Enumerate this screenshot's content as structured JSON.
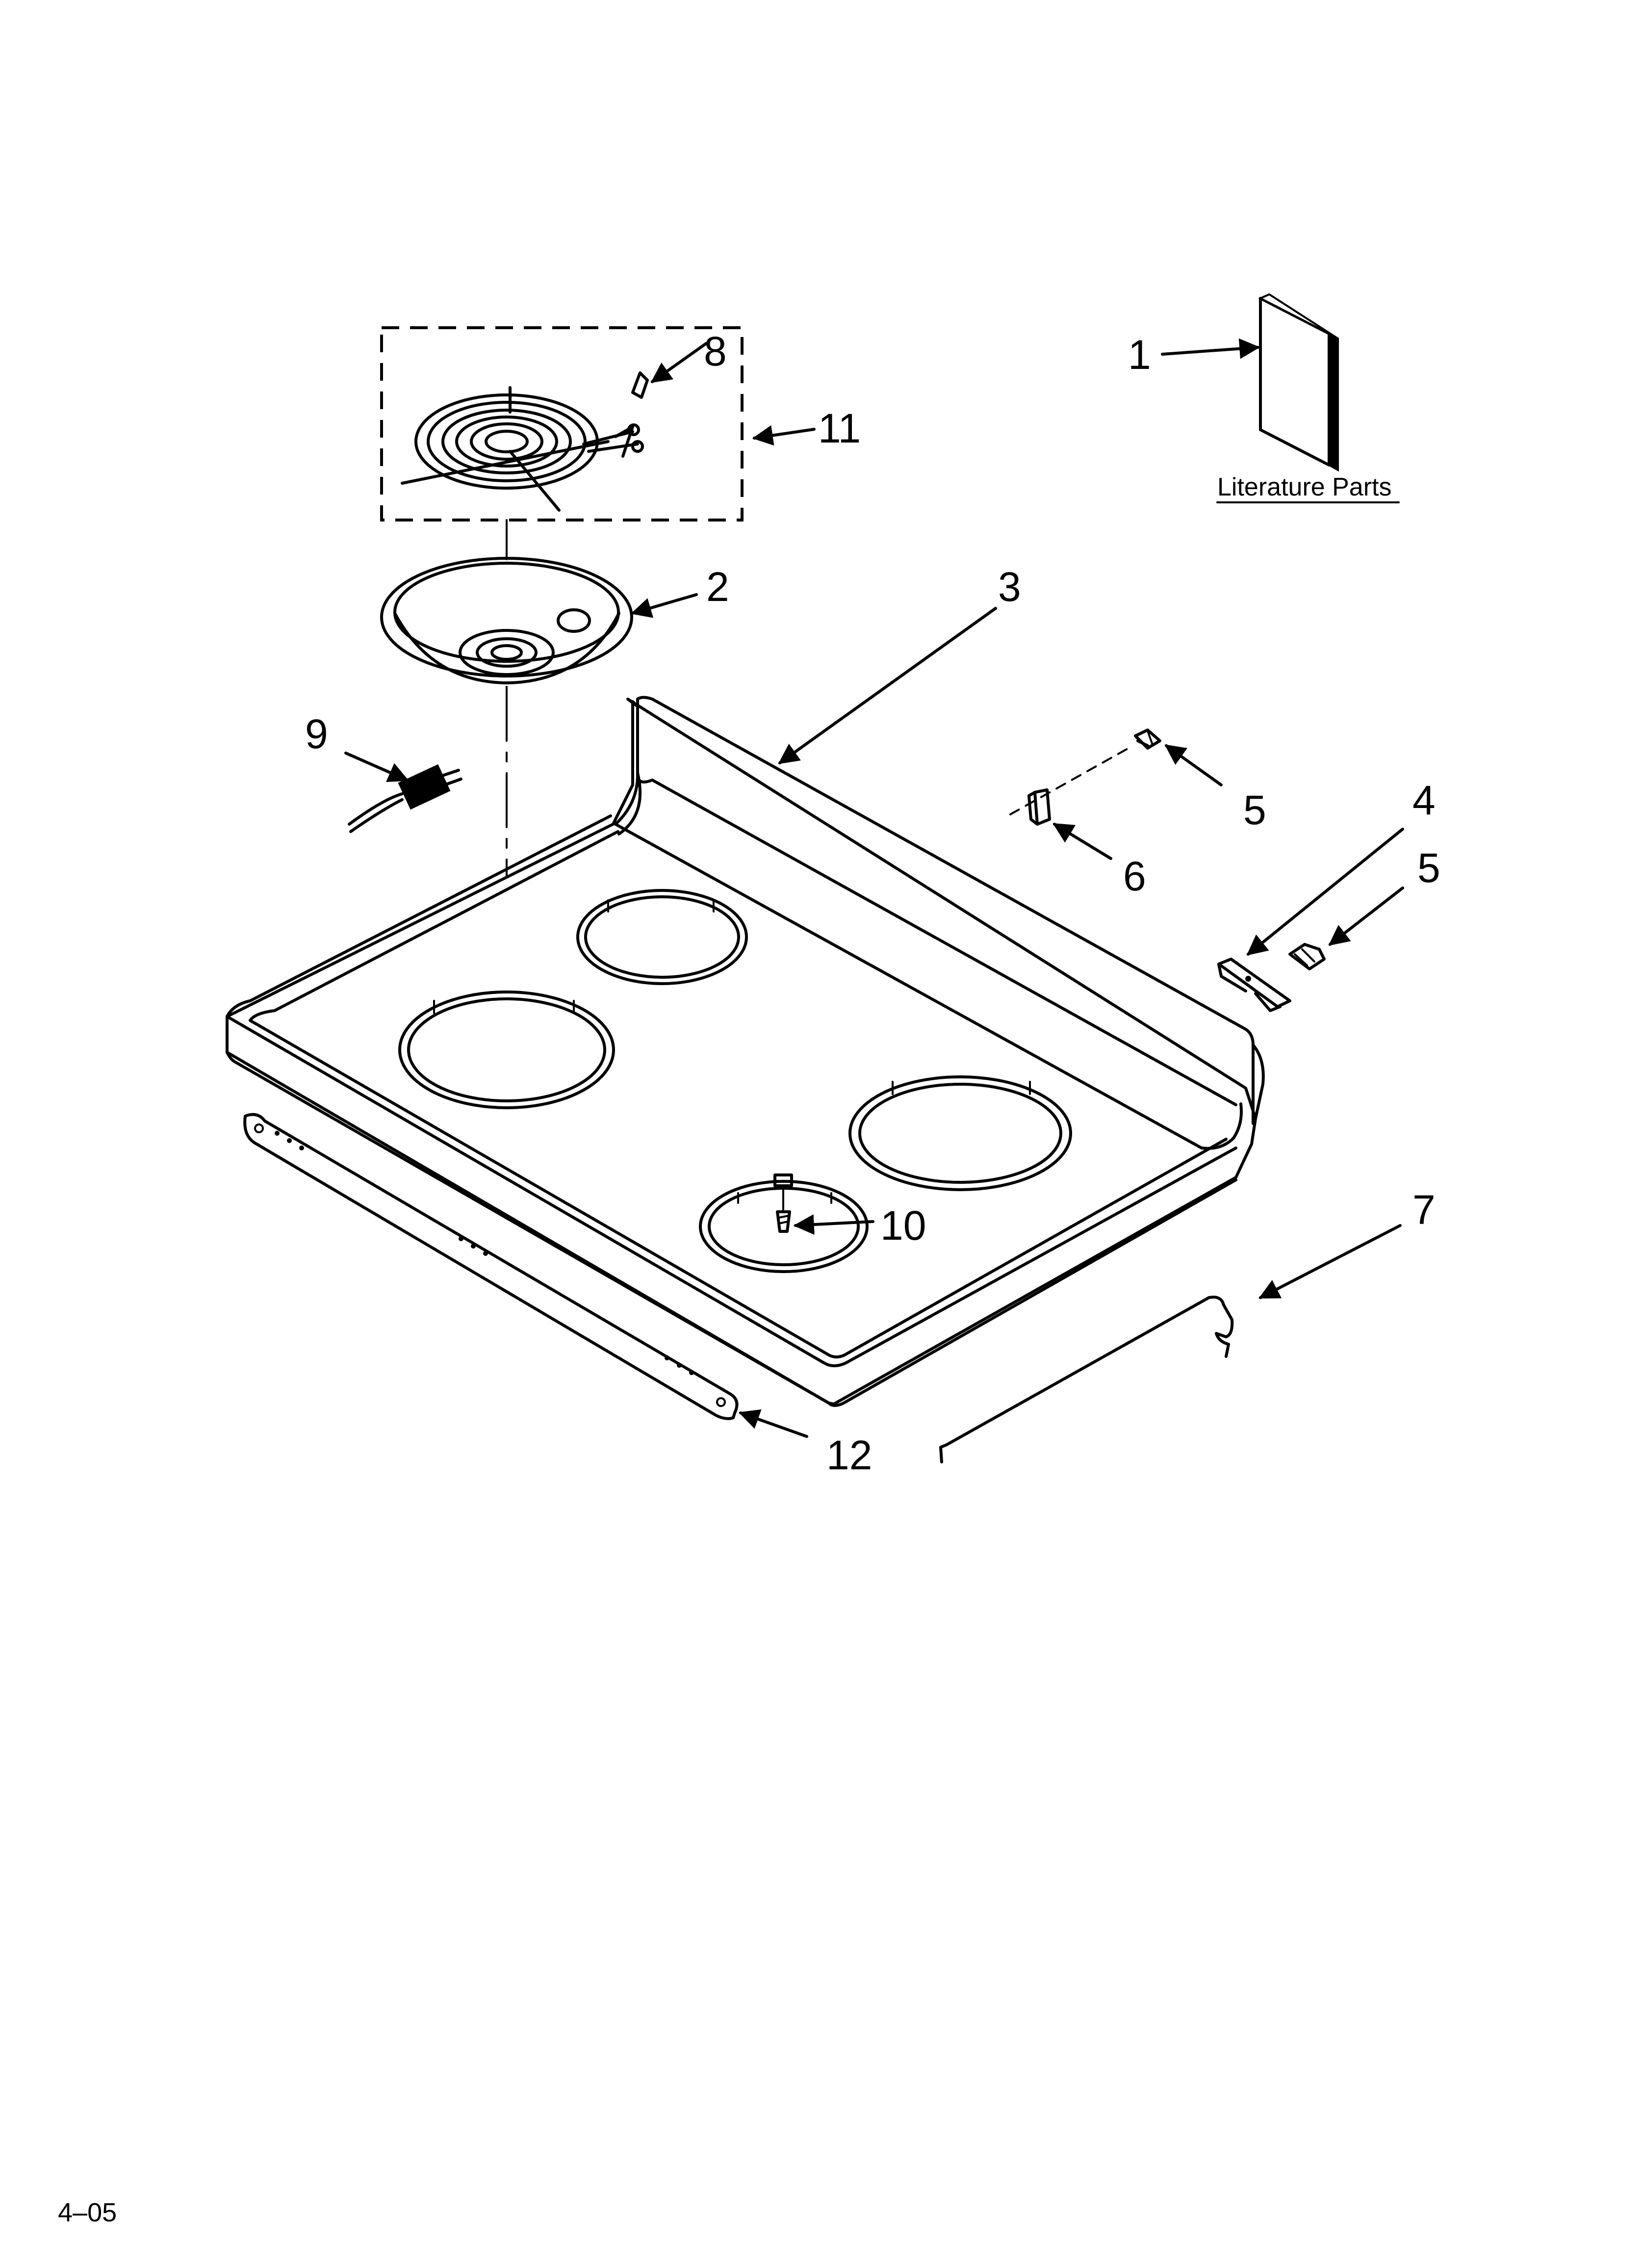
{
  "literature_label": "Literature Parts",
  "footer_code": "4–05",
  "callouts": {
    "c1": "1",
    "c2": "2",
    "c3": "3",
    "c4": "4",
    "c5a": "5",
    "c5b": "5",
    "c6": "6",
    "c7": "7",
    "c8": "8",
    "c9": "9",
    "c10": "10",
    "c11": "11",
    "c12": "12"
  }
}
